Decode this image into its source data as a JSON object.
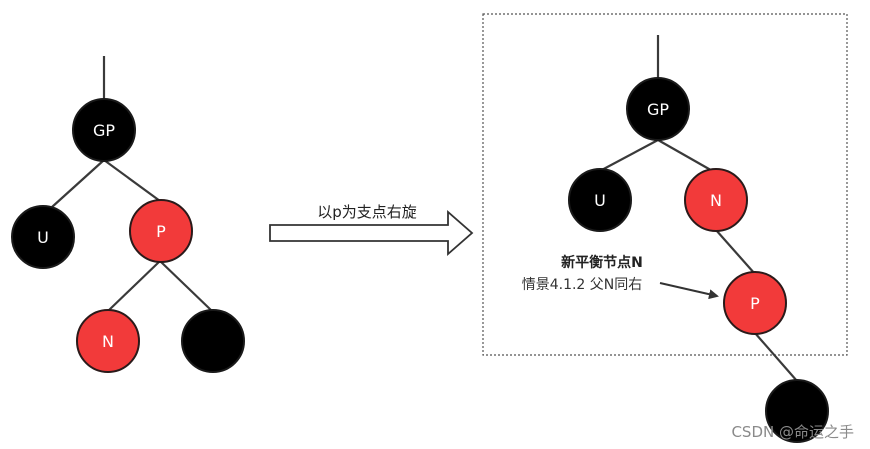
{
  "left_tree": {
    "gp_label": "GP",
    "u_label": "U",
    "p_label": "P",
    "n_label": "N",
    "colors": {
      "black": "#000000",
      "red": "#f23a3a"
    }
  },
  "arrow": {
    "label": "以p为支点右旋"
  },
  "right_tree": {
    "gp_label": "GP",
    "u_label": "U",
    "n_label": "N",
    "p_label": "P"
  },
  "annotation": {
    "title": "新平衡节点N",
    "subtitle": "情景4.1.2 父N同右"
  },
  "watermark": "CSDN @命运之手"
}
